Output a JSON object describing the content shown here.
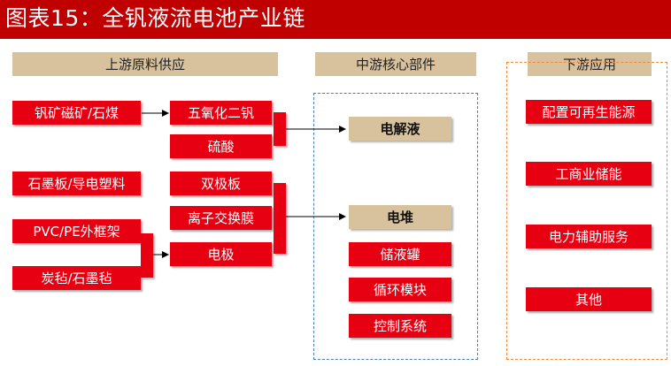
{
  "title": "图表15：全钒液流电池产业链",
  "headers": {
    "upstream": "上游原料供应",
    "midstream": "中游核心部件",
    "downstream": "下游应用"
  },
  "upstream": {
    "col1": [
      "钒矿磁矿/石煤",
      "石墨板/导电塑料",
      "PVC/PE外框架",
      "炭毡/石墨毡"
    ],
    "col2": [
      "五氧化二钒",
      "硫酸",
      "双极板",
      "离子交换膜",
      "电极"
    ]
  },
  "midstream": {
    "electrolyte": "电解液",
    "stack": "电堆",
    "others": [
      "储液罐",
      "循环模块",
      "控制系统"
    ]
  },
  "downstream": [
    "配置可再生能源",
    "工商业储能",
    "电力辅助服务",
    "其他"
  ],
  "colors": {
    "title_bg": "#c00000",
    "box_red": "#e60012",
    "header_tan": "#d8c29e",
    "frame_blue": "#4a7ebb",
    "frame_orange": "#f0883c"
  }
}
